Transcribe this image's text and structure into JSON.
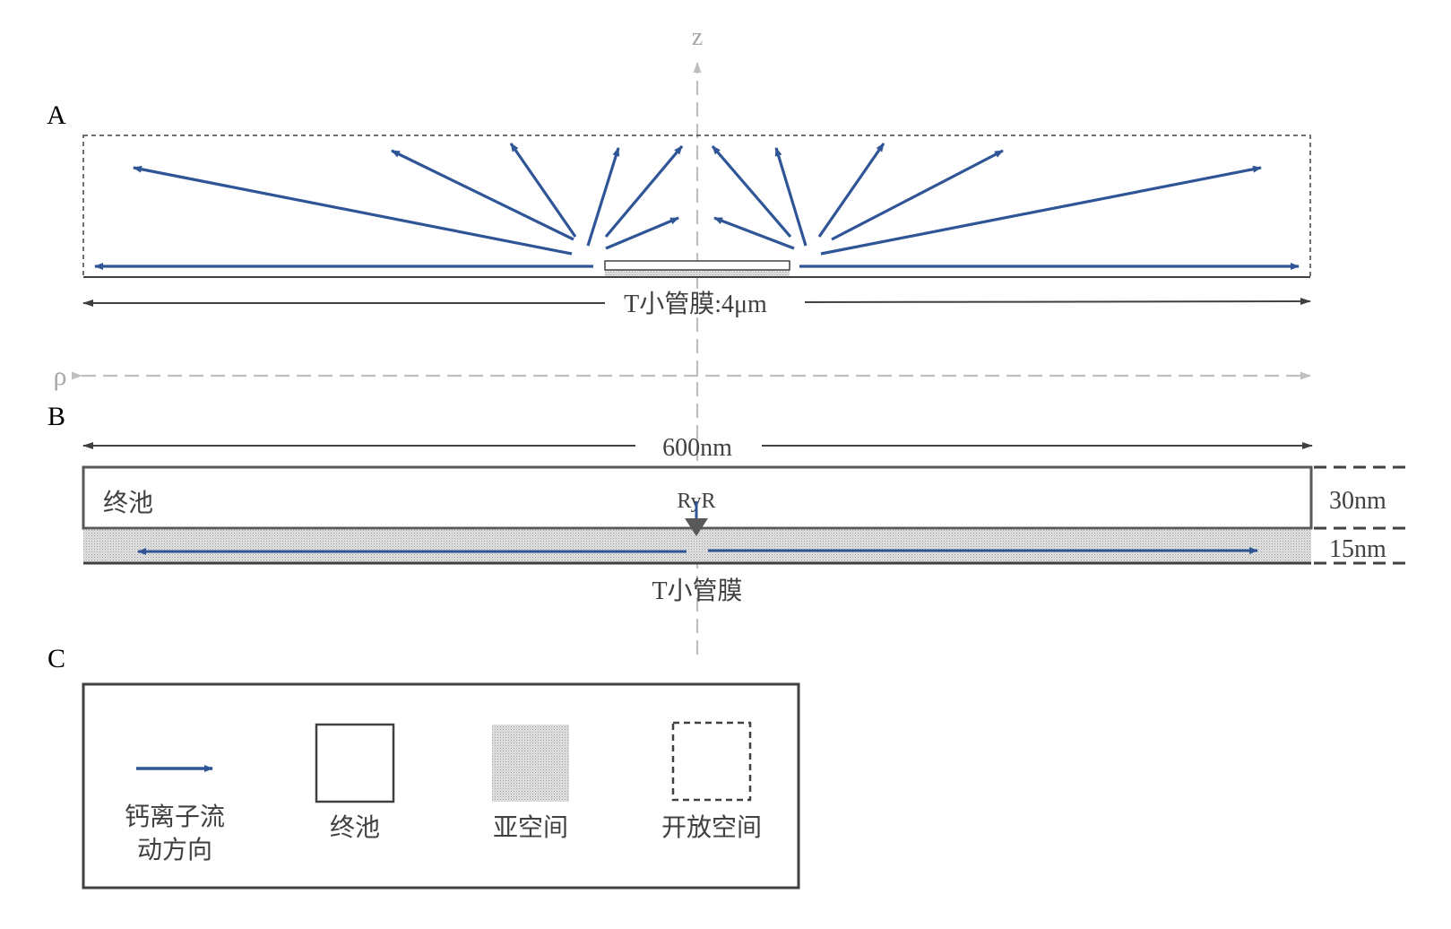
{
  "panels": {
    "a": {
      "label": "A",
      "membrane_label": "T小管膜:4μm"
    },
    "b": {
      "label": "B",
      "width_label": "600nm",
      "jsr_label": "终池",
      "ryr_label": "RyR",
      "jsr_height_label": "30nm",
      "subspace_height_label": "15nm",
      "membrane_label": "T小管膜"
    },
    "c": {
      "label": "C",
      "legend": [
        {
          "key": "flux",
          "line1": "钙离子流",
          "line2": "动方向"
        },
        {
          "key": "jsr",
          "line1": "终池",
          "line2": ""
        },
        {
          "key": "subspace",
          "line1": "亚空间",
          "line2": ""
        },
        {
          "key": "open",
          "line1": "开放空间",
          "line2": ""
        }
      ]
    }
  },
  "axes": {
    "z_label": "z",
    "rho_label": "ρ"
  },
  "colors": {
    "flux": "#2f5597",
    "outline": "#595959",
    "axis": "#bfbfbf",
    "text": "#404040",
    "subspace_fill": "#d9d9d9"
  }
}
